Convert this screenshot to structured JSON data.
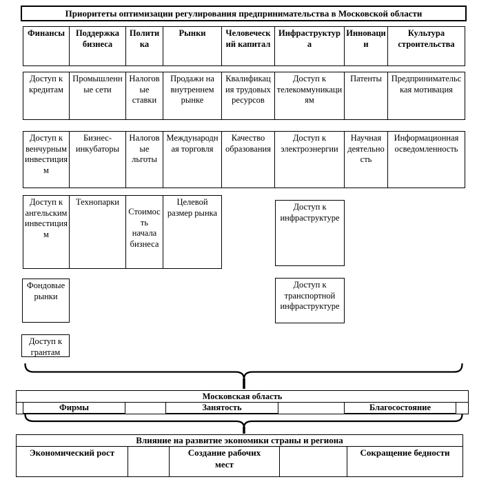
{
  "title": "Приоритеты оптимизации регулирования предпринимательства в Московской области",
  "matrix": {
    "headers": [
      "Финансы",
      "Поддержка бизнеса",
      "Политика",
      "Рынки",
      "Человеческий капитал",
      "Инфраструктура",
      "Инновации",
      "Культура строительства"
    ],
    "row1": [
      "Доступ к кредитам",
      "Промышленные сети",
      "Налоговые ставки",
      "Продажи на внутреннем рынке",
      "Квалификация трудовых ресурсов",
      "Доступ к телекоммуникациям",
      "Патенты",
      "Предпринимательская мотивация"
    ],
    "row2": [
      "Доступ к венчурным инвестициям",
      "Бизнес-инкубаторы",
      "Налоговые льготы",
      "Международная торговля",
      "Качество образования",
      "Доступ к электроэнергии",
      "Научная деятельность",
      "Информационная осведомленность"
    ],
    "row3": [
      "Доступ к ангельским инвестициям",
      "Технопарки",
      "Стоимость начала бизнеса",
      "Целевой размер рынка"
    ],
    "row3_infrastructure": "Доступ к инфраструктуре",
    "row4_finance": "Фондовые рынки",
    "row4_infrastructure": "Доступ к транспортной инфраструктуре",
    "row5_finance": "Доступ к грантам"
  },
  "region": {
    "title": "Московская область",
    "outcomes": [
      "Фирмы",
      "Занятость",
      "Благосостояние"
    ]
  },
  "impact": {
    "title": "Влияние на развитие экономики страны и региона",
    "outcomes": [
      "Экономический рост",
      "Создание рабочих мест",
      "Сокращение бедности"
    ]
  }
}
